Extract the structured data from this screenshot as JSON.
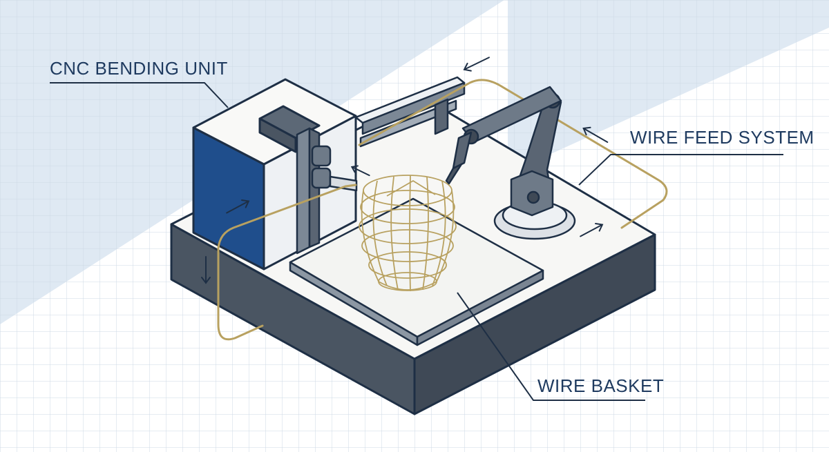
{
  "labels": {
    "cnc_bending_unit": "CNC BENDING UNIT",
    "wire_feed_system": "WIRE FEED SYSTEM",
    "wire_basket": "WIRE BASKET"
  },
  "colors": {
    "background_blue": "#dfe9f3",
    "grid_line": "#c9d6e3",
    "outline": "#1e2f45",
    "machine_dark": "#4a5562",
    "machine_mid": "#6e7a88",
    "panel_blue": "#1f4e8c",
    "surface_white": "#f7f7f5",
    "wire_gold": "#b8a160",
    "label_text": "#1e3a5f"
  }
}
